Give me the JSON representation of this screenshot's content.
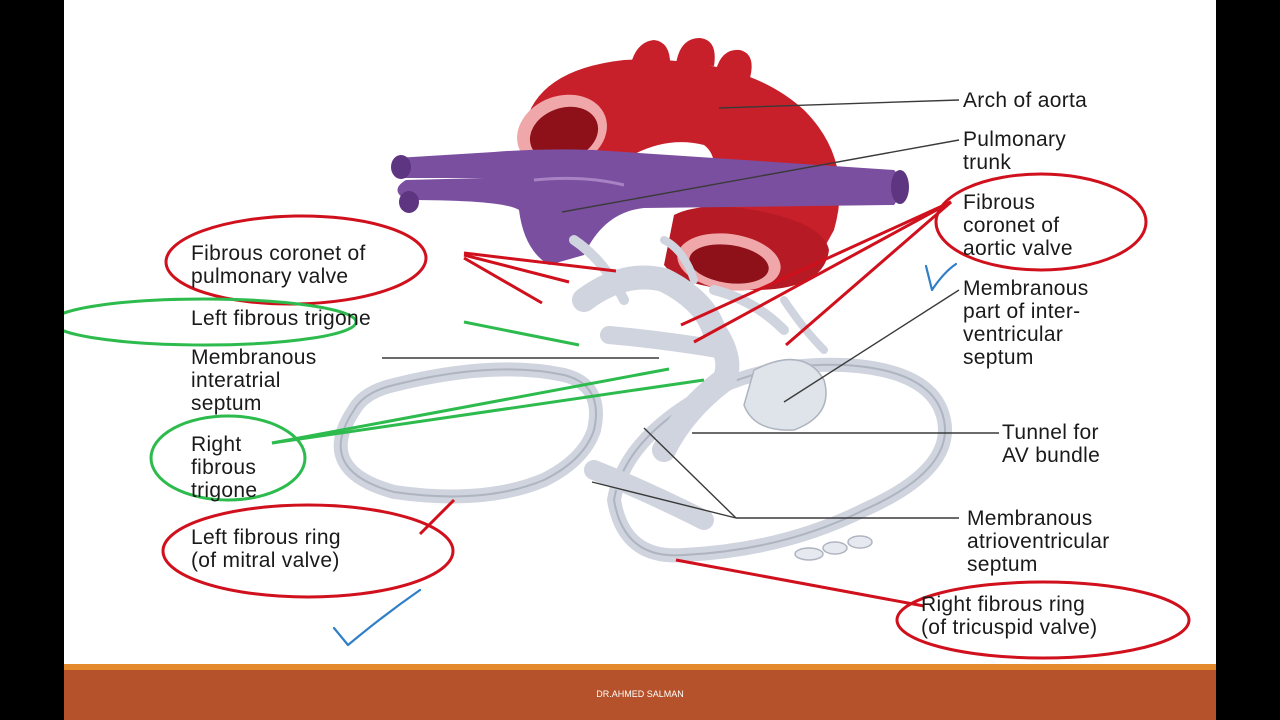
{
  "labels": {
    "arch_of_aorta": "Arch of aorta",
    "pulmonary_trunk": "Pulmonary\ntrunk",
    "fibrous_coronet_aortic": "Fibrous\ncoronet of\naortic valve",
    "membranous_interventricular": "Membranous\npart of inter-\nventricular\nseptum",
    "tunnel_av_bundle": "Tunnel for\nAV bundle",
    "membranous_atrioventricular": "Membranous\natrioventricular\nseptum",
    "right_fibrous_ring": "Right fibrous ring\n(of tricuspid valve)",
    "fibrous_coronet_pulmonary": "Fibrous coronet of\npulmonary valve",
    "left_fibrous_trigone": "Left fibrous trigone",
    "membranous_interatrial": "Membranous\ninteratrial\nseptum",
    "right_fibrous_trigone": "Right\nfibrous\ntrigone",
    "left_fibrous_ring": "Left fibrous ring\n(of mitral valve)"
  },
  "footer": {
    "text": "DR.AHMED SALMAN"
  },
  "colors": {
    "aorta": "#c8202a",
    "aorta_inner": "#f0a7a9",
    "pulmonary": "#7b4fa0",
    "skeleton": "#cfd4de",
    "red_annotation": "#d0101c",
    "green_annotation": "#2dbb4e",
    "blue_check": "#2f7fc8",
    "footer_band": "#b6522b",
    "accent_band": "#e58a2c"
  }
}
